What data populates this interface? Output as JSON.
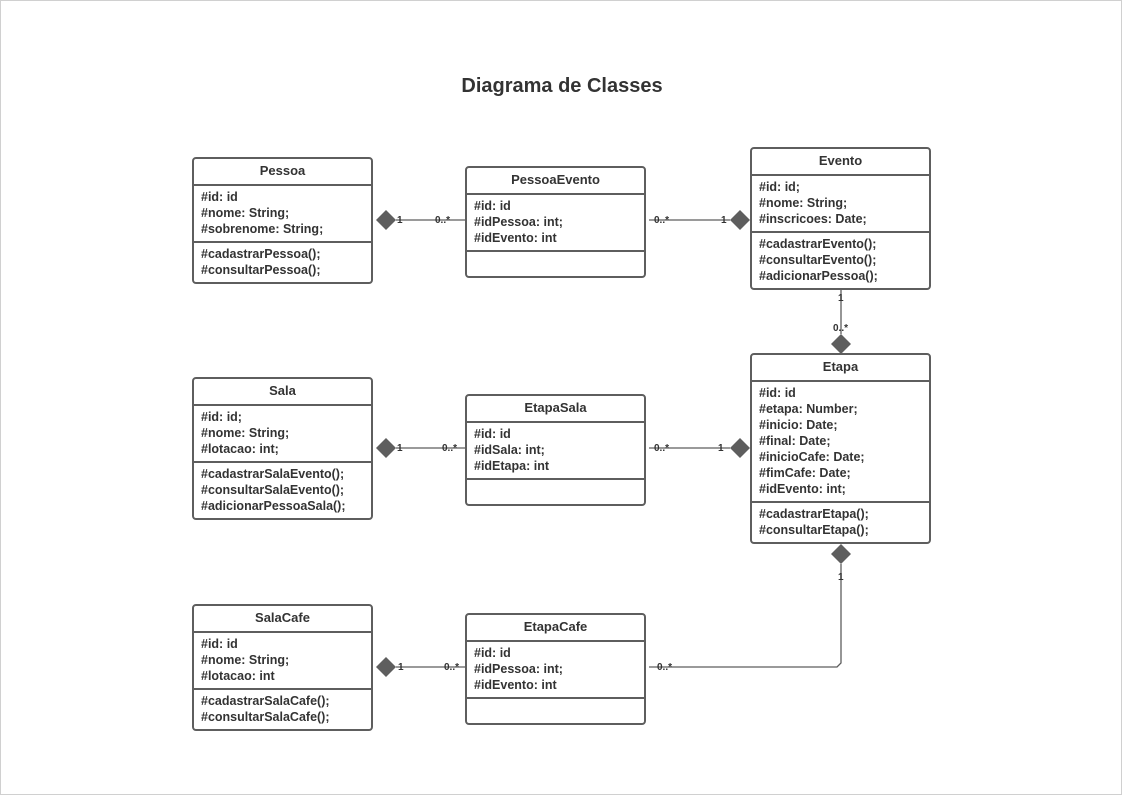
{
  "title": "Diagrama de Classes",
  "colors": {
    "border": "#5e5e5e",
    "text": "#333333",
    "background": "#ffffff"
  },
  "classes": {
    "pessoa": {
      "name": "Pessoa",
      "attributes": [
        "#id: id",
        "#nome: String;",
        "#sobrenome: String;"
      ],
      "operations": [
        "#cadastrarPessoa();",
        "#consultarPessoa();"
      ]
    },
    "pessoaEvento": {
      "name": "PessoaEvento",
      "attributes": [
        "#id: id",
        "#idPessoa: int;",
        "#idEvento: int"
      ],
      "operations": []
    },
    "evento": {
      "name": "Evento",
      "attributes": [
        "#id: id;",
        "#nome: String;",
        "#inscricoes: Date;"
      ],
      "operations": [
        "#cadastrarEvento();",
        "#consultarEvento();",
        "#adicionarPessoa();"
      ]
    },
    "sala": {
      "name": "Sala",
      "attributes": [
        "#id: id;",
        "#nome: String;",
        "#lotacao: int;"
      ],
      "operations": [
        "#cadastrarSalaEvento();",
        "#consultarSalaEvento();",
        "#adicionarPessoaSala();"
      ]
    },
    "etapaSala": {
      "name": "EtapaSala",
      "attributes": [
        "#id: id",
        "#idSala: int;",
        "#idEtapa: int"
      ],
      "operations": []
    },
    "etapa": {
      "name": "Etapa",
      "attributes": [
        "#id: id",
        "#etapa: Number;",
        "#inicio: Date;",
        "#final: Date;",
        "#inicioCafe: Date;",
        "#fimCafe: Date;",
        "#idEvento: int;"
      ],
      "operations": [
        "#cadastrarEtapa();",
        "#consultarEtapa();"
      ]
    },
    "salaCafe": {
      "name": "SalaCafe",
      "attributes": [
        "#id: id",
        "#nome: String;",
        "#lotacao: int"
      ],
      "operations": [
        "#cadastrarSalaCafe();",
        "#consultarSalaCafe();"
      ]
    },
    "etapaCafe": {
      "name": "EtapaCafe",
      "attributes": [
        "#id: id",
        "#idPessoa: int;",
        "#idEvento: int"
      ],
      "operations": []
    }
  },
  "associations": [
    {
      "from": "Pessoa",
      "to": "PessoaEvento",
      "from_multiplicity": "1",
      "to_multiplicity": "0..*",
      "composition_end": "Pessoa"
    },
    {
      "from": "PessoaEvento",
      "to": "Evento",
      "from_multiplicity": "0..*",
      "to_multiplicity": "1",
      "composition_end": "Evento"
    },
    {
      "from": "Evento",
      "to": "Etapa",
      "from_multiplicity": "1",
      "to_multiplicity": "0..*",
      "composition_end": "Etapa"
    },
    {
      "from": "Sala",
      "to": "EtapaSala",
      "from_multiplicity": "1",
      "to_multiplicity": "0..*",
      "composition_end": "Sala"
    },
    {
      "from": "EtapaSala",
      "to": "Etapa",
      "from_multiplicity": "0..*",
      "to_multiplicity": "1",
      "composition_end": "Etapa"
    },
    {
      "from": "SalaCafe",
      "to": "EtapaCafe",
      "from_multiplicity": "1",
      "to_multiplicity": "0..*",
      "composition_end": "SalaCafe"
    },
    {
      "from": "EtapaCafe",
      "to": "Etapa",
      "from_multiplicity": "0..*",
      "to_multiplicity": "1",
      "composition_end": "Etapa"
    }
  ]
}
